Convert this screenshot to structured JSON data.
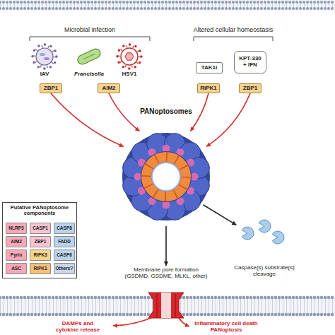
{
  "diagram": {
    "nodes": [
      {
        "text": [
          "IAV"
        ]
      },
      {
        "text": [
          "Francisella"
        ]
      },
      {
        "text": [
          "HSV1"
        ]
      },
      {
        "text": [
          "TAK1i"
        ]
      },
      {
        "text": [
          "KPT-330 + IFN"
        ]
      },
      {
        "text": [
          "ZBP1"
        ]
      },
      {
        "text": [
          "AIM2"
        ]
      },
      {
        "text": [
          "RIPK1"
        ]
      },
      {
        "text": [
          "ZBP1"
        ]
      },
      {
        "text": [
          "PANoptosomes"
        ]
      },
      {
        "text": [
          "Putative PANoptosome components"
        ]
      },
      {
        "text": [
          "NLRP3"
        ],
        "in": 10
      },
      {
        "text": [
          "CASP1"
        ],
        "in": 10
      },
      {
        "text": [
          "CASP8"
        ],
        "in": 10
      },
      {
        "text": [
          "AIM2"
        ],
        "in": 10
      },
      {
        "text": [
          "ZBP1"
        ],
        "in": 10
      },
      {
        "text": [
          "FADD"
        ],
        "in": 10
      },
      {
        "text": [
          "Pyrin"
        ],
        "in": 10
      },
      {
        "text": [
          "RIPK3"
        ],
        "in": 10
      },
      {
        "text": [
          "CASP6"
        ],
        "in": 10
      },
      {
        "text": [
          "ASC"
        ],
        "in": 10
      },
      {
        "text": [
          "RIPK1"
        ],
        "in": 10
      },
      {
        "text": [
          "Others?"
        ],
        "in": 10
      },
      {
        "text": [
          "Caspase(s) substrate(s) cleavage"
        ]
      },
      {
        "text": [
          "Membrane pore formation (GSDMD, GSDME, MLKL, other)"
        ]
      },
      {
        "text": [
          "DAMPs and cytokine release"
        ]
      },
      {
        "text": [
          "Inflammatory cell death PANoptosis"
        ]
      }
    ],
    "edges": [
      {
        "from": 5,
        "to": 9,
        "arrow": "to"
      },
      {
        "from": 6,
        "to": 9,
        "arrow": "to"
      },
      {
        "from": 7,
        "to": 9,
        "arrow": "to"
      },
      {
        "from": 8,
        "to": 9,
        "arrow": "to"
      },
      {
        "from": 9,
        "to": 24,
        "arrow": "to"
      },
      {
        "from": 9,
        "to": 23,
        "arrow": "to"
      },
      {
        "from": 24,
        "to": 25,
        "arrow": "to"
      },
      {
        "from": 24,
        "to": 26,
        "arrow": "to"
      }
    ],
    "labels": [
      "Microbial infection",
      "Altered cellular homeostasis"
    ]
  }
}
